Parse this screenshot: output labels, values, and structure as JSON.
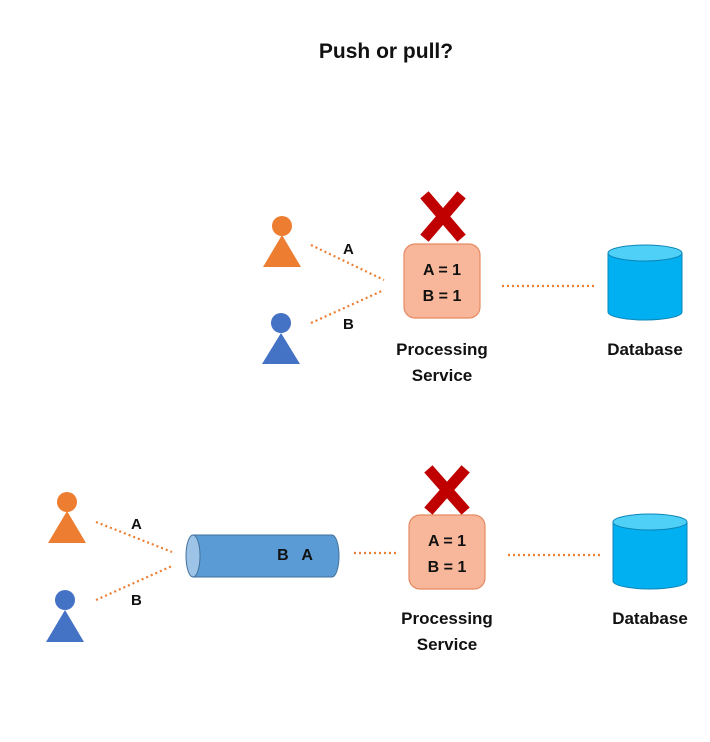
{
  "title": "Push or pull?",
  "colors": {
    "orange_user": "#ED7D31",
    "blue_user": "#4472C4",
    "service_fill": "#F8B79A",
    "service_stroke": "#E58A62",
    "database": "#00B0F0",
    "queue": "#5B9BD5",
    "cross": "#C00000",
    "connector": "#ED7D31"
  },
  "icons": {
    "user": "person-icon",
    "failure": "cross-icon",
    "database": "database-cylinder-icon",
    "queue": "queue-cylinder-icon"
  },
  "diagram_top": {
    "user_a_label": "A",
    "user_b_label": "B",
    "service_line1": "A = 1",
    "service_line2": "B = 1",
    "service_caption_line1": "Processing",
    "service_caption_line2": "Service",
    "database_caption": "Database"
  },
  "diagram_bottom": {
    "user_a_label": "A",
    "user_b_label": "B",
    "queue_items": "B   A",
    "service_line1": "A = 1",
    "service_line2": "B = 1",
    "service_caption_line1": "Processing",
    "service_caption_line2": "Service",
    "database_caption": "Database"
  }
}
